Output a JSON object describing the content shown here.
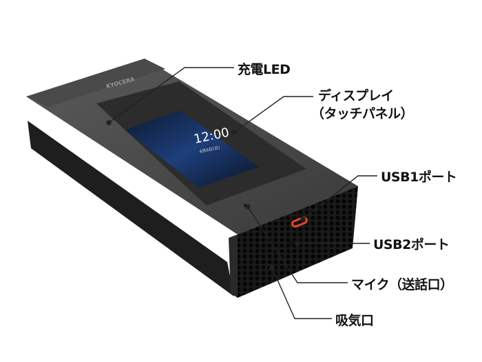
{
  "device": {
    "brand_logo": "KYOCERA",
    "screen": {
      "time": "12:00",
      "date": "4月6日(日)",
      "accent": "#1e3f7a"
    }
  },
  "callouts": {
    "led": "充電LED",
    "display": "ディスプレイ",
    "display_sub": "（タッチパネル）",
    "usb1": "USB1ポート",
    "usb2": "USB2ポート",
    "mic": "マイク（送話口）",
    "intake": "吸気口"
  },
  "colors": {
    "body": "#3a3a3a",
    "port": "#e8452a"
  }
}
